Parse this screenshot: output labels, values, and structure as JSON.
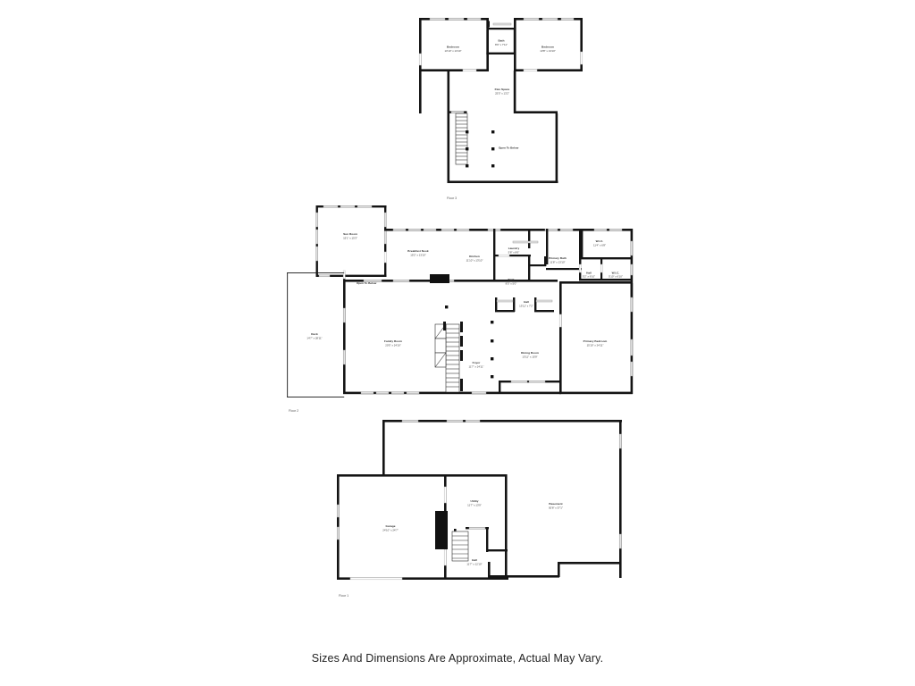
{
  "document": {
    "type": "real-estate-floor-plan",
    "caption": "Sizes And Dimensions Are Approximate, Actual May Vary.",
    "background_color": "#ffffff",
    "wall_color": "#141414",
    "text_color": "#2b2b2b"
  },
  "floors": [
    {
      "id": "floor-3",
      "label": "Floor 3",
      "rooms": [
        {
          "name": "Bedroom",
          "dimensions": "13'10\" x 13'10\""
        },
        {
          "name": "Bath",
          "dimensions": "8'9\" x 7'11\""
        },
        {
          "name": "Bedroom",
          "dimensions": "13'8\" x 13'10\""
        },
        {
          "name": "Flex Space",
          "dimensions": "25'5\" x 13'2\""
        }
      ],
      "annotations": [
        {
          "name": "Open To Below"
        }
      ]
    },
    {
      "id": "floor-2",
      "label": "Floor 2",
      "rooms": [
        {
          "name": "Sun Room",
          "dimensions": "15'1\" x 15'3\""
        },
        {
          "name": "Breakfast Nook",
          "dimensions": "15'2\" x 13'10\""
        },
        {
          "name": "Kitchen",
          "dimensions": "11'10\" x 13'10\""
        },
        {
          "name": "Laundry",
          "dimensions": "5'8\" x 8'6\""
        },
        {
          "name": "Bath",
          "dimensions": "8'5\" x 5'0\""
        },
        {
          "name": "Primary Bath",
          "dimensions": "11'8\" x 13'10\""
        },
        {
          "name": "W.I.C.",
          "dimensions": "11'4\" x 6'8\""
        },
        {
          "name": "Hall",
          "dimensions": "5'2\" x 6'10\""
        },
        {
          "name": "W.I.C.",
          "dimensions": "5'10\" x 6'10\""
        },
        {
          "name": "Hall",
          "dimensions": "13'11\" x 7'2\""
        },
        {
          "name": "Deck",
          "dimensions": "14'7\" x 28'11\""
        },
        {
          "name": "Family Room",
          "dimensions": "20'5\" x 24'10\""
        },
        {
          "name": "Dining Room",
          "dimensions": "13'11\" x 15'9\""
        },
        {
          "name": "Foyer",
          "dimensions": "11'7\" x 24'11\""
        },
        {
          "name": "Primary Bedroom",
          "dimensions": "15'10\" x 24'11\""
        }
      ],
      "annotations": [
        {
          "name": "Open To Below"
        }
      ]
    },
    {
      "id": "floor-1",
      "label": "Floor 1",
      "rooms": [
        {
          "name": "Garage",
          "dimensions": "24'10\" x 24'7\""
        },
        {
          "name": "Utility",
          "dimensions": "11'7\" x 13'9\""
        },
        {
          "name": "Hall",
          "dimensions": "11'7\" x 12'10\""
        },
        {
          "name": "Basement",
          "dimensions": "50'8\" x 37'1\""
        }
      ],
      "annotations": []
    }
  ]
}
